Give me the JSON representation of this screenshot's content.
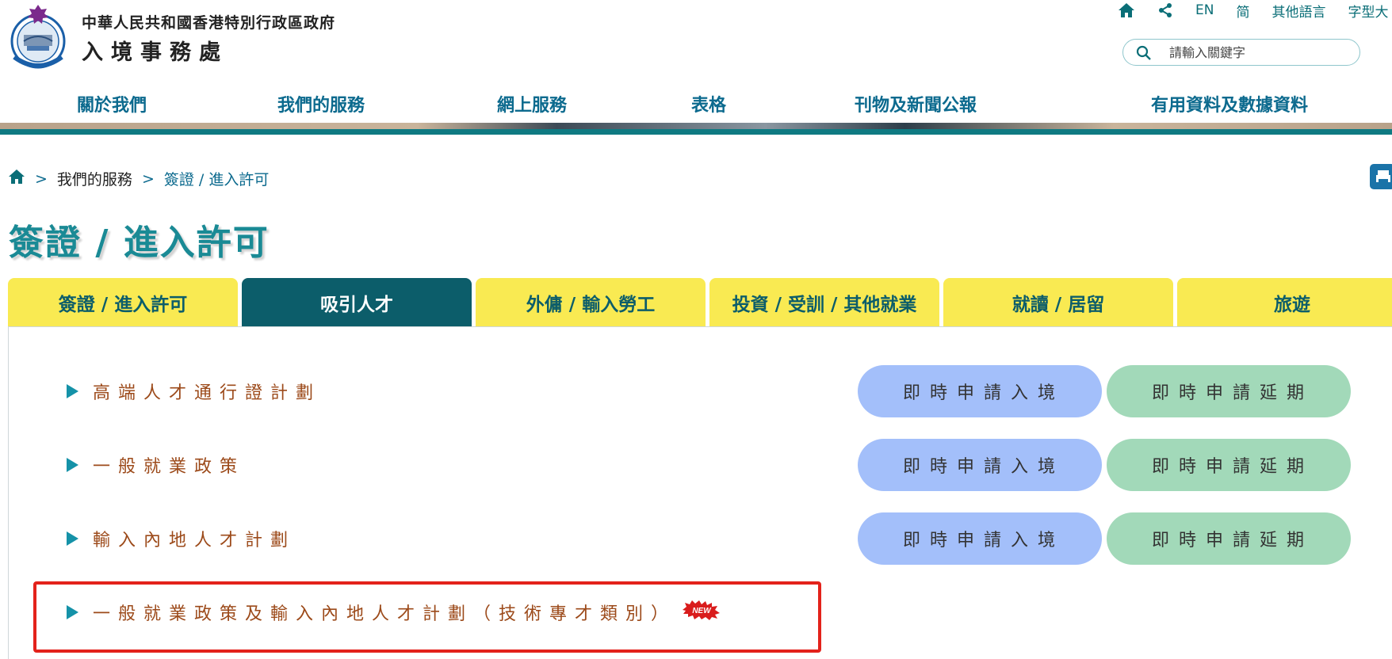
{
  "header": {
    "gov_name": "中華人民共和國香港特別行政區政府",
    "dept_name": "入境事務處",
    "util": {
      "lang_en": "EN",
      "lang_sc": "简",
      "other_lang": "其他語言",
      "font_size": "字型大"
    },
    "search": {
      "placeholder": "請輸入關鍵字"
    },
    "nav": [
      "關於我們",
      "我們的服務",
      "網上服務",
      "表格",
      "刊物及新聞公報",
      "有用資料及數據資料"
    ]
  },
  "breadcrumb": {
    "sep": ">",
    "items": [
      "我們的服務",
      "簽證 / 進入許可"
    ]
  },
  "page_title": "簽證 / 進入許可",
  "tabs": [
    "簽證 / 進入許可",
    "吸引人才",
    "外傭 / 輸入勞工",
    "投資 / 受訓 / 其他就業",
    "就讀 / 居留",
    "旅遊"
  ],
  "schemes": [
    {
      "label": "高端人才通行證計劃",
      "entry": "即時申請入境",
      "extend": "即時申請延期"
    },
    {
      "label": "一般就業政策",
      "entry": "即時申請入境",
      "extend": "即時申請延期"
    },
    {
      "label": "輸入內地人才計劃",
      "entry": "即時申請入境",
      "extend": "即時申請延期"
    },
    {
      "label": "一般就業政策及輸入內地人才計劃（技術專才類別）",
      "badge": "NEW"
    }
  ],
  "colors": {
    "teal": "#0c5d6a",
    "tab_yellow": "#f9ea52",
    "entry_blue": "#a3bffa",
    "extend_green": "#a2d9b9",
    "link_brown": "#9c4a1a",
    "highlight_red": "#e3221b"
  }
}
